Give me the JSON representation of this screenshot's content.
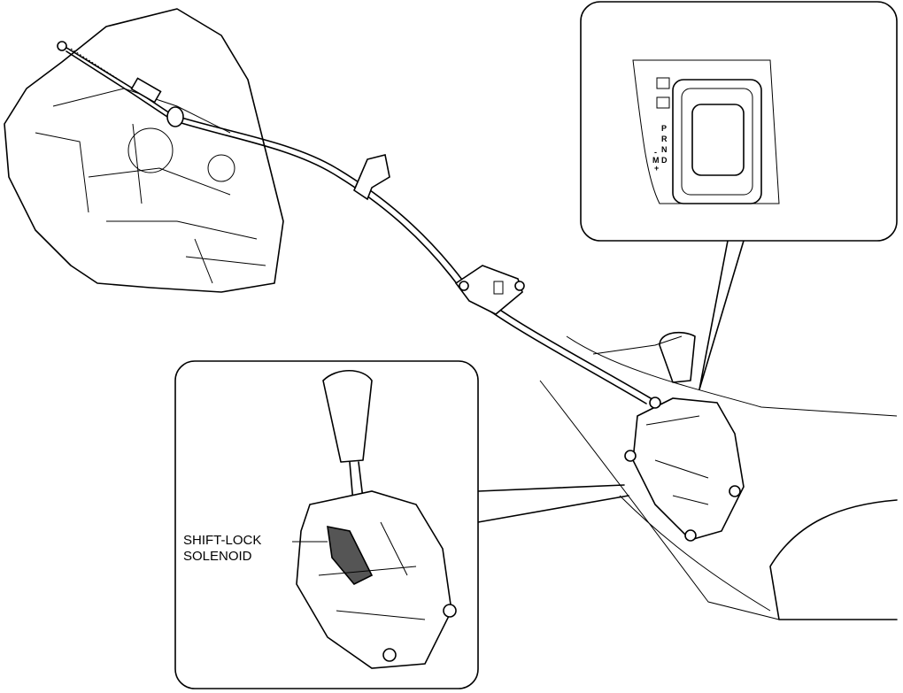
{
  "callouts": {
    "shift_lock_solenoid": [
      "SHIFT-LOCK",
      "SOLENOID"
    ]
  },
  "gear_indicator": {
    "positions": [
      "P",
      "R",
      "N",
      "D"
    ],
    "manual": "M",
    "minus": "-",
    "plus": "+"
  }
}
